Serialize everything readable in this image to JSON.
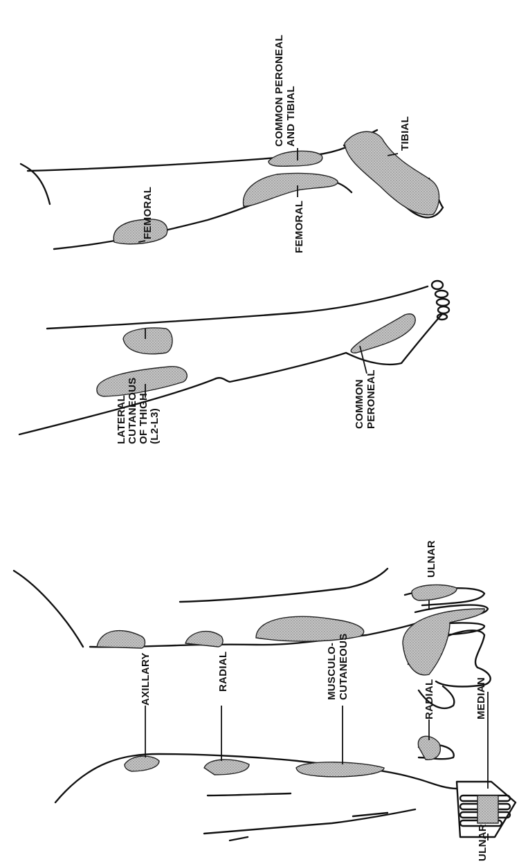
{
  "diagram": {
    "lower_limb_labels": {
      "common_peroneal_and_tibial": [
        "COMMON PERONEAL",
        "AND TIBIAL"
      ],
      "tibial": "TIBIAL",
      "femoral_back": "FEMORAL",
      "femoral_front": "FEMORAL",
      "lateral_cutaneous": [
        "LATERAL",
        "CUTANEOUS",
        "OF THIGH",
        "(L2-L3)"
      ],
      "common_peroneal": [
        "COMMON",
        "PERONEAL"
      ]
    },
    "upper_limb_labels": {
      "axillary": "AXILLARY",
      "radial_upper": "RADIAL",
      "musculocutaneous": [
        "MUSCULO-",
        "CUTANEOUS"
      ],
      "radial_hand": "RADIAL",
      "median": "MEDIAN",
      "ulnar_top": "ULNAR",
      "ulnar_bottom": "ULNAR"
    },
    "colors": {
      "line": "#111111",
      "patch_fill": "#b9b9b9",
      "background": "#ffffff"
    }
  }
}
